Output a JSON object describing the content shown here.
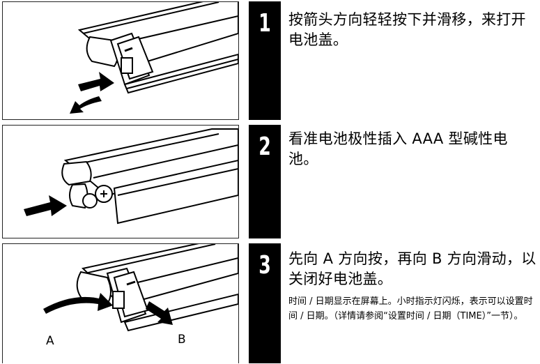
{
  "steps": [
    {
      "number": "1",
      "text": "按箭头方向轻轻按下并滑移，来打开电池盖。"
    },
    {
      "number": "2",
      "text": "看准电池极性插入 AAA 型碱性电池。"
    },
    {
      "number": "3",
      "text": "先向 A 方向按，再向 B 方向滑动，以关闭好电池盖。",
      "note": "时间 / 日期显示在屏幕上。小时指示灯闪烁，表示可以设置时间 / 日期。（详情请参阅“设置时间 / 日期（TIME）”一节）。"
    }
  ],
  "figure_labels": {
    "a": "A",
    "b": "B"
  },
  "colors": {
    "ink": "#000000",
    "paper": "#ffffff"
  }
}
